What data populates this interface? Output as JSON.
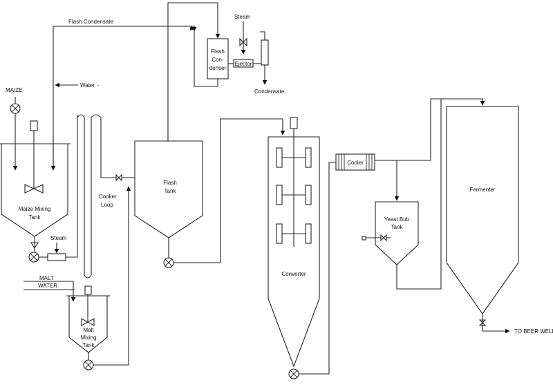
{
  "diagram": {
    "streams": {
      "flash_condensate": "Flash Condensate",
      "steam_top": "Steam",
      "water": "Water",
      "maize": "MAIZE",
      "steam_bottom": "Steam",
      "malt": "MALT",
      "water_malt": "WATER",
      "condensate": "Condensate",
      "to_beer_well": "TO BEER WELL"
    },
    "equipment": {
      "flash_condenser": [
        "Flash",
        "Con-",
        "denser"
      ],
      "ejector": "Ejector",
      "maize_mixing_tank": [
        "Maize Mixing",
        "Tank"
      ],
      "cooker_loop": [
        "Cooker",
        "Loop"
      ],
      "flash_tank": [
        "Flash",
        "Tank"
      ],
      "converter": "Converter",
      "cooler": "Cooler",
      "yeast_bub_tank": [
        "Yeast Bub",
        "Tank"
      ],
      "fermenter": "Fermenter",
      "malt_mixing_tank": [
        "Malt",
        "Mixing",
        "Tank"
      ]
    },
    "line_color": "#222222"
  }
}
